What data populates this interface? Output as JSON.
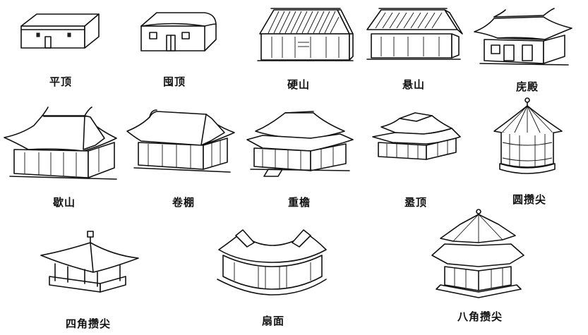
{
  "roof_types": [
    {
      "id": "flat",
      "label": "平顶"
    },
    {
      "id": "round-top",
      "label": "囤顶"
    },
    {
      "id": "hard-gable",
      "label": "硬山"
    },
    {
      "id": "overhang-gable",
      "label": "悬山"
    },
    {
      "id": "hip",
      "label": "庑殿"
    },
    {
      "id": "hip-gable",
      "label": "歇山"
    },
    {
      "id": "rolled-ridge",
      "label": "卷棚"
    },
    {
      "id": "double-eave",
      "label": "重檐"
    },
    {
      "id": "truncated-hip",
      "label": "盝顶"
    },
    {
      "id": "round-pyramid",
      "label": "圆攒尖"
    },
    {
      "id": "square-pyramid",
      "label": "四角攒尖"
    },
    {
      "id": "fan-shaped",
      "label": "扇面"
    },
    {
      "id": "octagonal-pyramid",
      "label": "八角攒尖"
    }
  ],
  "colors": {
    "line": "#111111",
    "background": "#ffffff"
  }
}
